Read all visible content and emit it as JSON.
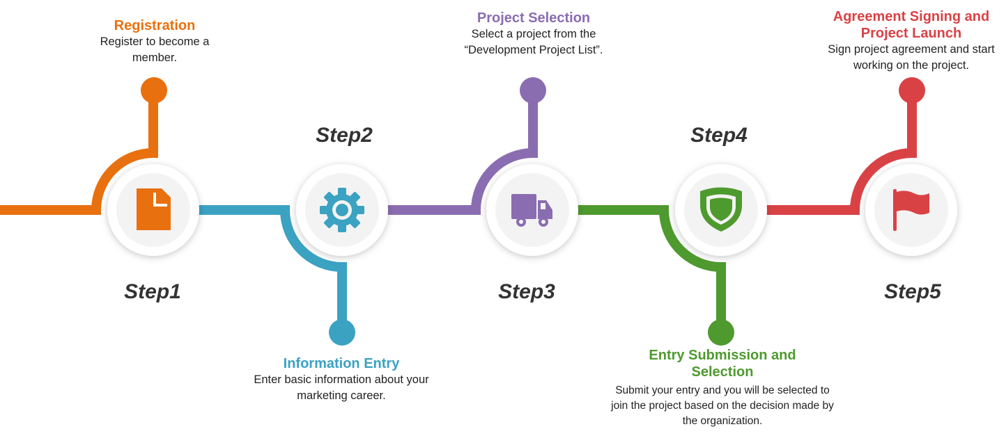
{
  "steps": [
    {
      "label": "Step1",
      "title": "Registration",
      "desc": "Register to become a member.",
      "color": "#E8700F",
      "icon": "document-icon"
    },
    {
      "label": "Step2",
      "title": "Information Entry",
      "desc": "Enter basic information about your marketing career.",
      "color": "#3BA2C2",
      "icon": "gear-icon"
    },
    {
      "label": "Step3",
      "title": "Project Selection",
      "desc": "Select a project from the “Development Project List”.",
      "color": "#8A6DB0",
      "icon": "truck-icon"
    },
    {
      "label": "Step4",
      "title": "Entry Submission and Selection",
      "desc": "Submit your entry and you will be selected to join the project based on the decision made by the organization.",
      "color": "#4E9A2E",
      "icon": "shield-icon"
    },
    {
      "label": "Step5",
      "title": "Agreement Signing and Project Launch",
      "desc": "Sign project agreement and start working on the project.",
      "color": "#D94245",
      "icon": "flag-icon"
    }
  ]
}
